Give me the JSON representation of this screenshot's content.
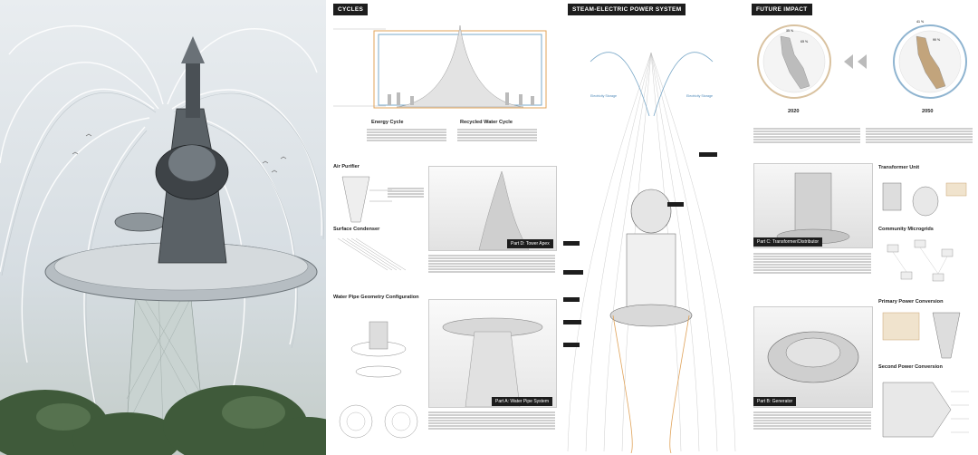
{
  "left_render": {
    "alt_name": "tower-render"
  },
  "cycles": {
    "header": "CYCLES",
    "energy_title": "Energy Cycle",
    "water_title": "Recycled Water Cycle",
    "air_purifier": "Air Purifier",
    "surface_condenser": "Surface Condenser",
    "water_pipe_config": "Water Pipe Geometry Configuration",
    "part_d": "Part D: Tower Apex",
    "part_a": "Part A: Water Pipe System"
  },
  "steam": {
    "header": "STEAM-ELECTRIC POWER SYSTEM",
    "electricity_storage_left": "Electricity Storage",
    "electricity_storage_right": "Electricity Storage"
  },
  "future": {
    "header": "FUTURE IMPACT",
    "year_2020": "2020",
    "year_2050": "2050",
    "percent_a": "35 %",
    "percent_b": "65 %",
    "percent_c": "41 %",
    "percent_d": "90 %",
    "part_c": "Part C: Transformer/Distributor",
    "part_b": "Part B: Generator",
    "transformer_unit": "Transformer Unit",
    "community_microgrids": "Community Microgrids",
    "primary_power": "Primary Power Conversion",
    "secondary_power": "Second Power Conversion"
  },
  "colors": {
    "header_bg": "#1d1d1d",
    "energy_line": "#e0a35a",
    "water_line": "#7aa8c8",
    "background": "#ffffff"
  }
}
